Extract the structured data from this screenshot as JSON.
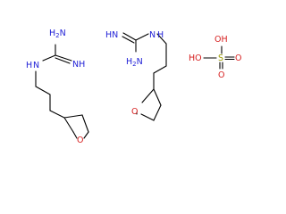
{
  "colors": {
    "background": "#ffffff",
    "bond": "#000000",
    "nitrogen": "#1f1fd6",
    "oxygen": "#d61f1f",
    "sulfur": "#9a9a00"
  },
  "molecule1": {
    "nh2": {
      "main": "H",
      "sub": "2",
      "tail": "N"
    },
    "nh_imine": "NH",
    "n_amine": {
      "main": "N",
      "h": "H"
    },
    "ring_o": "O"
  },
  "molecule2": {
    "nh_imine": {
      "main": "H",
      "sub": "N"
    },
    "n_amine": {
      "main": "N",
      "h": "H"
    },
    "nh2": {
      "main": "H",
      "sub": "2",
      "tail": "N"
    },
    "ring_o": "O"
  },
  "sulfuric_acid": {
    "oh_top": "OH",
    "o_right": "O",
    "o_bottom": "O",
    "ho_left": "HO",
    "s": "S"
  }
}
